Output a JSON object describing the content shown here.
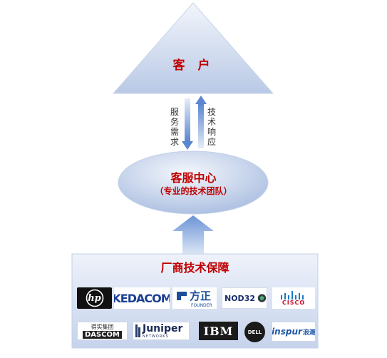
{
  "customer": {
    "label": "客 户"
  },
  "flows": {
    "down_label": "服务需求",
    "up_label": "技术响应"
  },
  "service_center": {
    "title": "客服中心",
    "subtitle": "（专业的技术团队）"
  },
  "vendor_panel": {
    "title": "厂商技术保障",
    "logos_row1": [
      {
        "icon": "hp-logo",
        "text": "hp"
      },
      {
        "icon": "kedacom-logo",
        "text": "KEDACOM"
      },
      {
        "icon": "founder-logo",
        "text": "方正",
        "sub": "FOUNDER"
      },
      {
        "icon": "nod32-logo",
        "text": "NOD32"
      },
      {
        "icon": "cisco-logo",
        "text": "CISCO"
      }
    ],
    "logos_row2": [
      {
        "icon": "dascom-logo",
        "text": "DASCOM",
        "sub": "得实集团"
      },
      {
        "icon": "juniper-logo",
        "text": "Juniper",
        "sub": "NETWORKS"
      },
      {
        "icon": "ibm-logo",
        "text": "IBM"
      },
      {
        "icon": "dell-logo",
        "text": "DELL"
      },
      {
        "icon": "inspur-logo",
        "text": "inspur",
        "sub": "浪潮"
      }
    ]
  },
  "colors": {
    "red_text": "#c00000",
    "shape_light": "#e8eef8",
    "shape_dark": "#a9bde0",
    "arrow_blue": "#6b93d6"
  }
}
